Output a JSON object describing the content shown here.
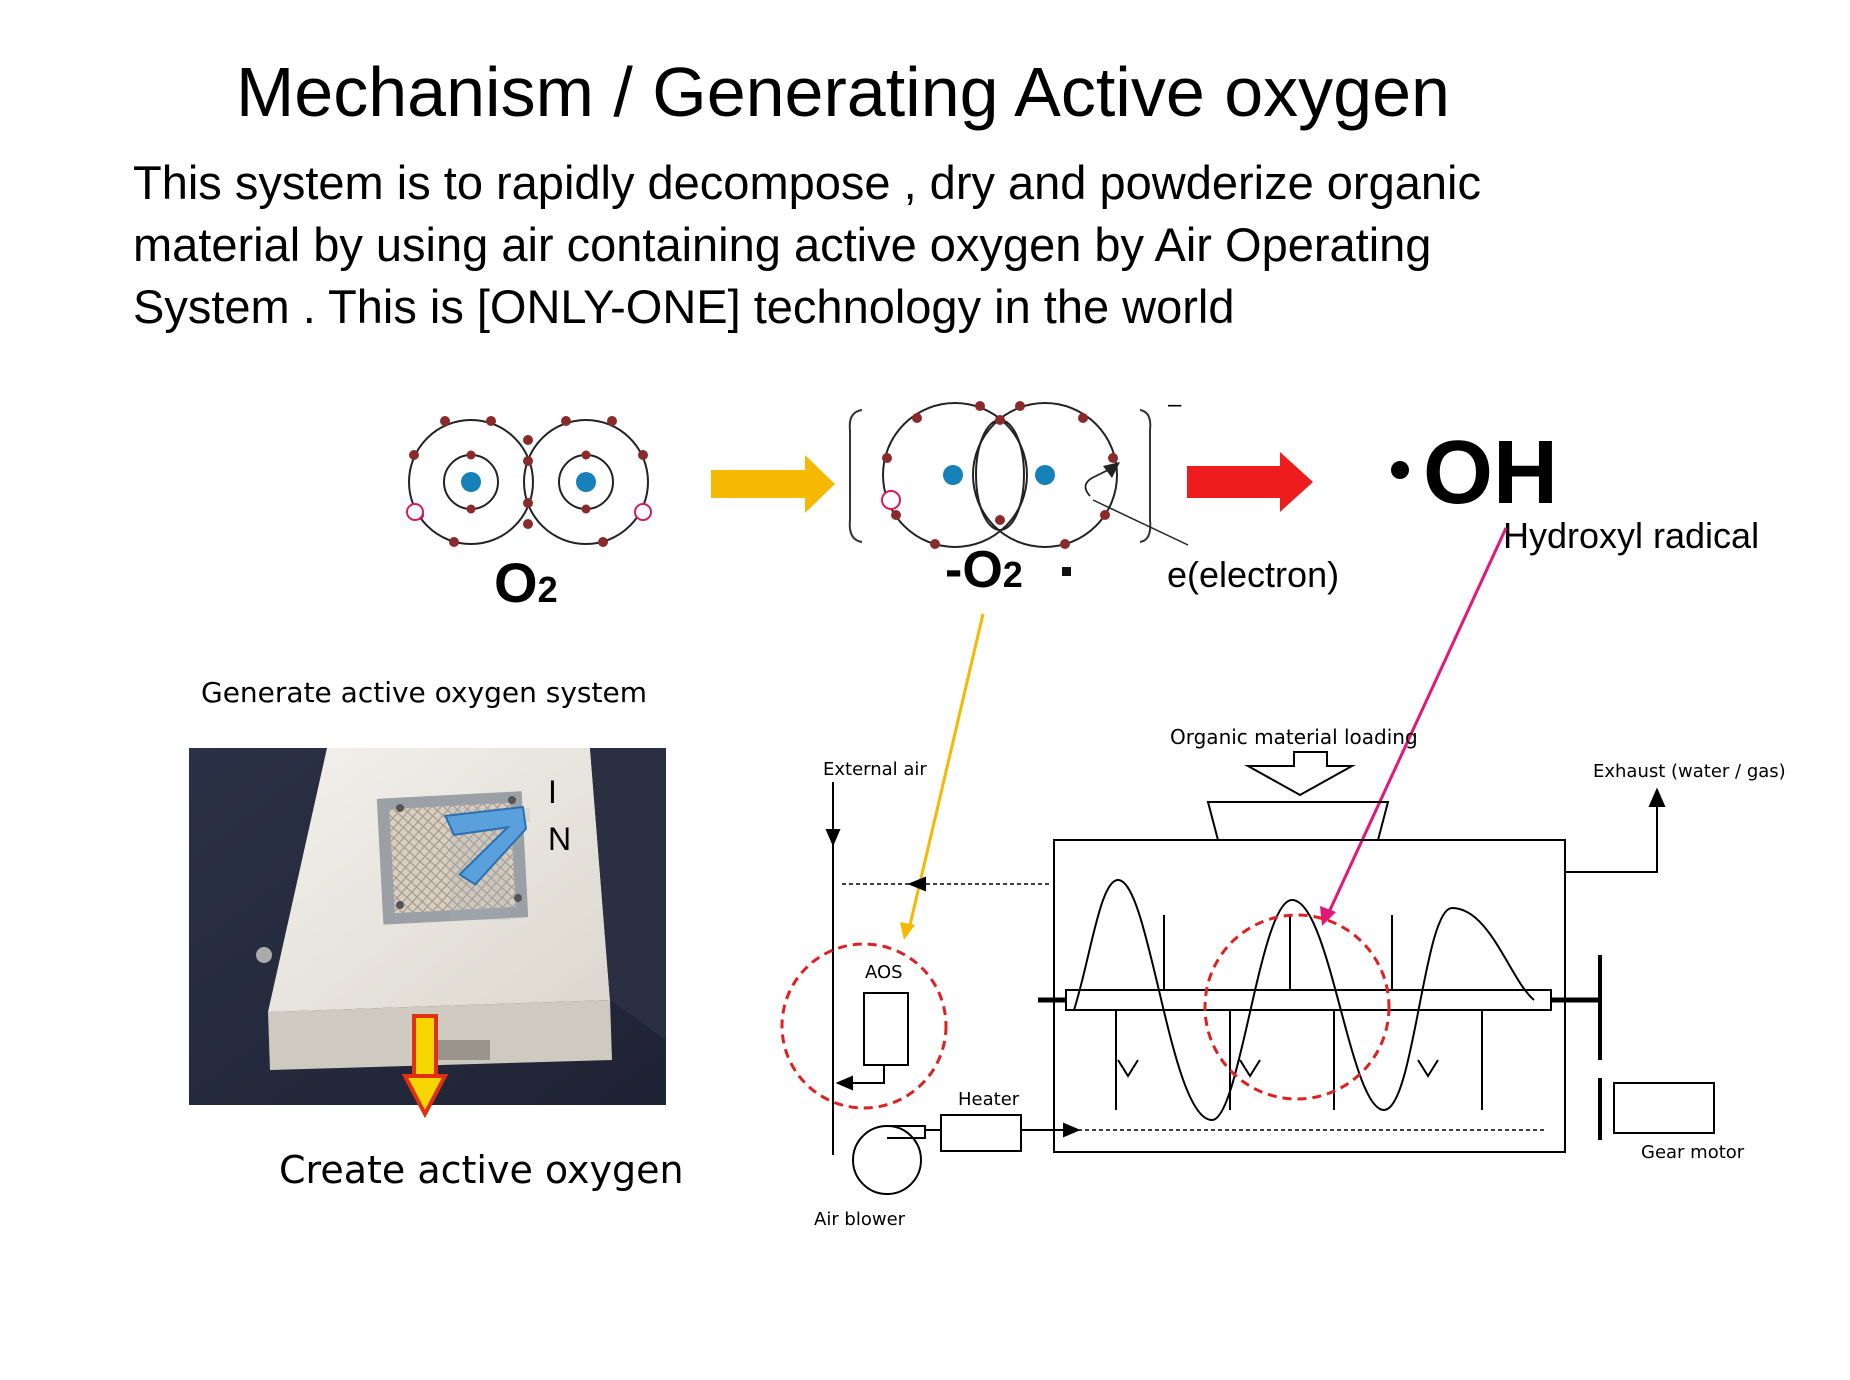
{
  "slide": {
    "title": "Mechanism / Generating Active oxygen",
    "intro_lines": [
      "This  system is to rapidly decompose , dry and powderize organic",
      "material by using air containing active oxygen by Air Operating",
      "System . This is  [ONLY-ONE] technology in the world"
    ]
  },
  "molecules": {
    "o2_label": "O",
    "o2_sub": "2",
    "superoxide_prefix": "-O",
    "superoxide_sub": "2",
    "superoxide_dot": "·",
    "electron_label": "e(electron)",
    "minus_sign": "–",
    "radical_dot": "•",
    "radical_label": "OH",
    "radical_name": "Hydroxyl radical"
  },
  "photo": {
    "caption": "Generate active oxygen system",
    "in_letters": [
      "I",
      "N"
    ],
    "bottom_caption": "Create active oxygen"
  },
  "schematic": {
    "loading_label": "Organic material loading",
    "external_air_label": "External air",
    "exhaust_label": "Exhaust (water / gas)",
    "aos_label": "AOS",
    "heater_label": "Heater",
    "gear_motor_label": "Gear motor",
    "air_blower_label": "Air blower"
  },
  "colors": {
    "yellow_arrow": "#f6b800",
    "red_arrow": "#ee1c1c",
    "magenta_pointer": "#e3177a",
    "dashed_circle": "#e02020",
    "electron": "#8b2a2a",
    "nucleus": "#1680b8",
    "photo_arrow": "#5aa0dc"
  }
}
